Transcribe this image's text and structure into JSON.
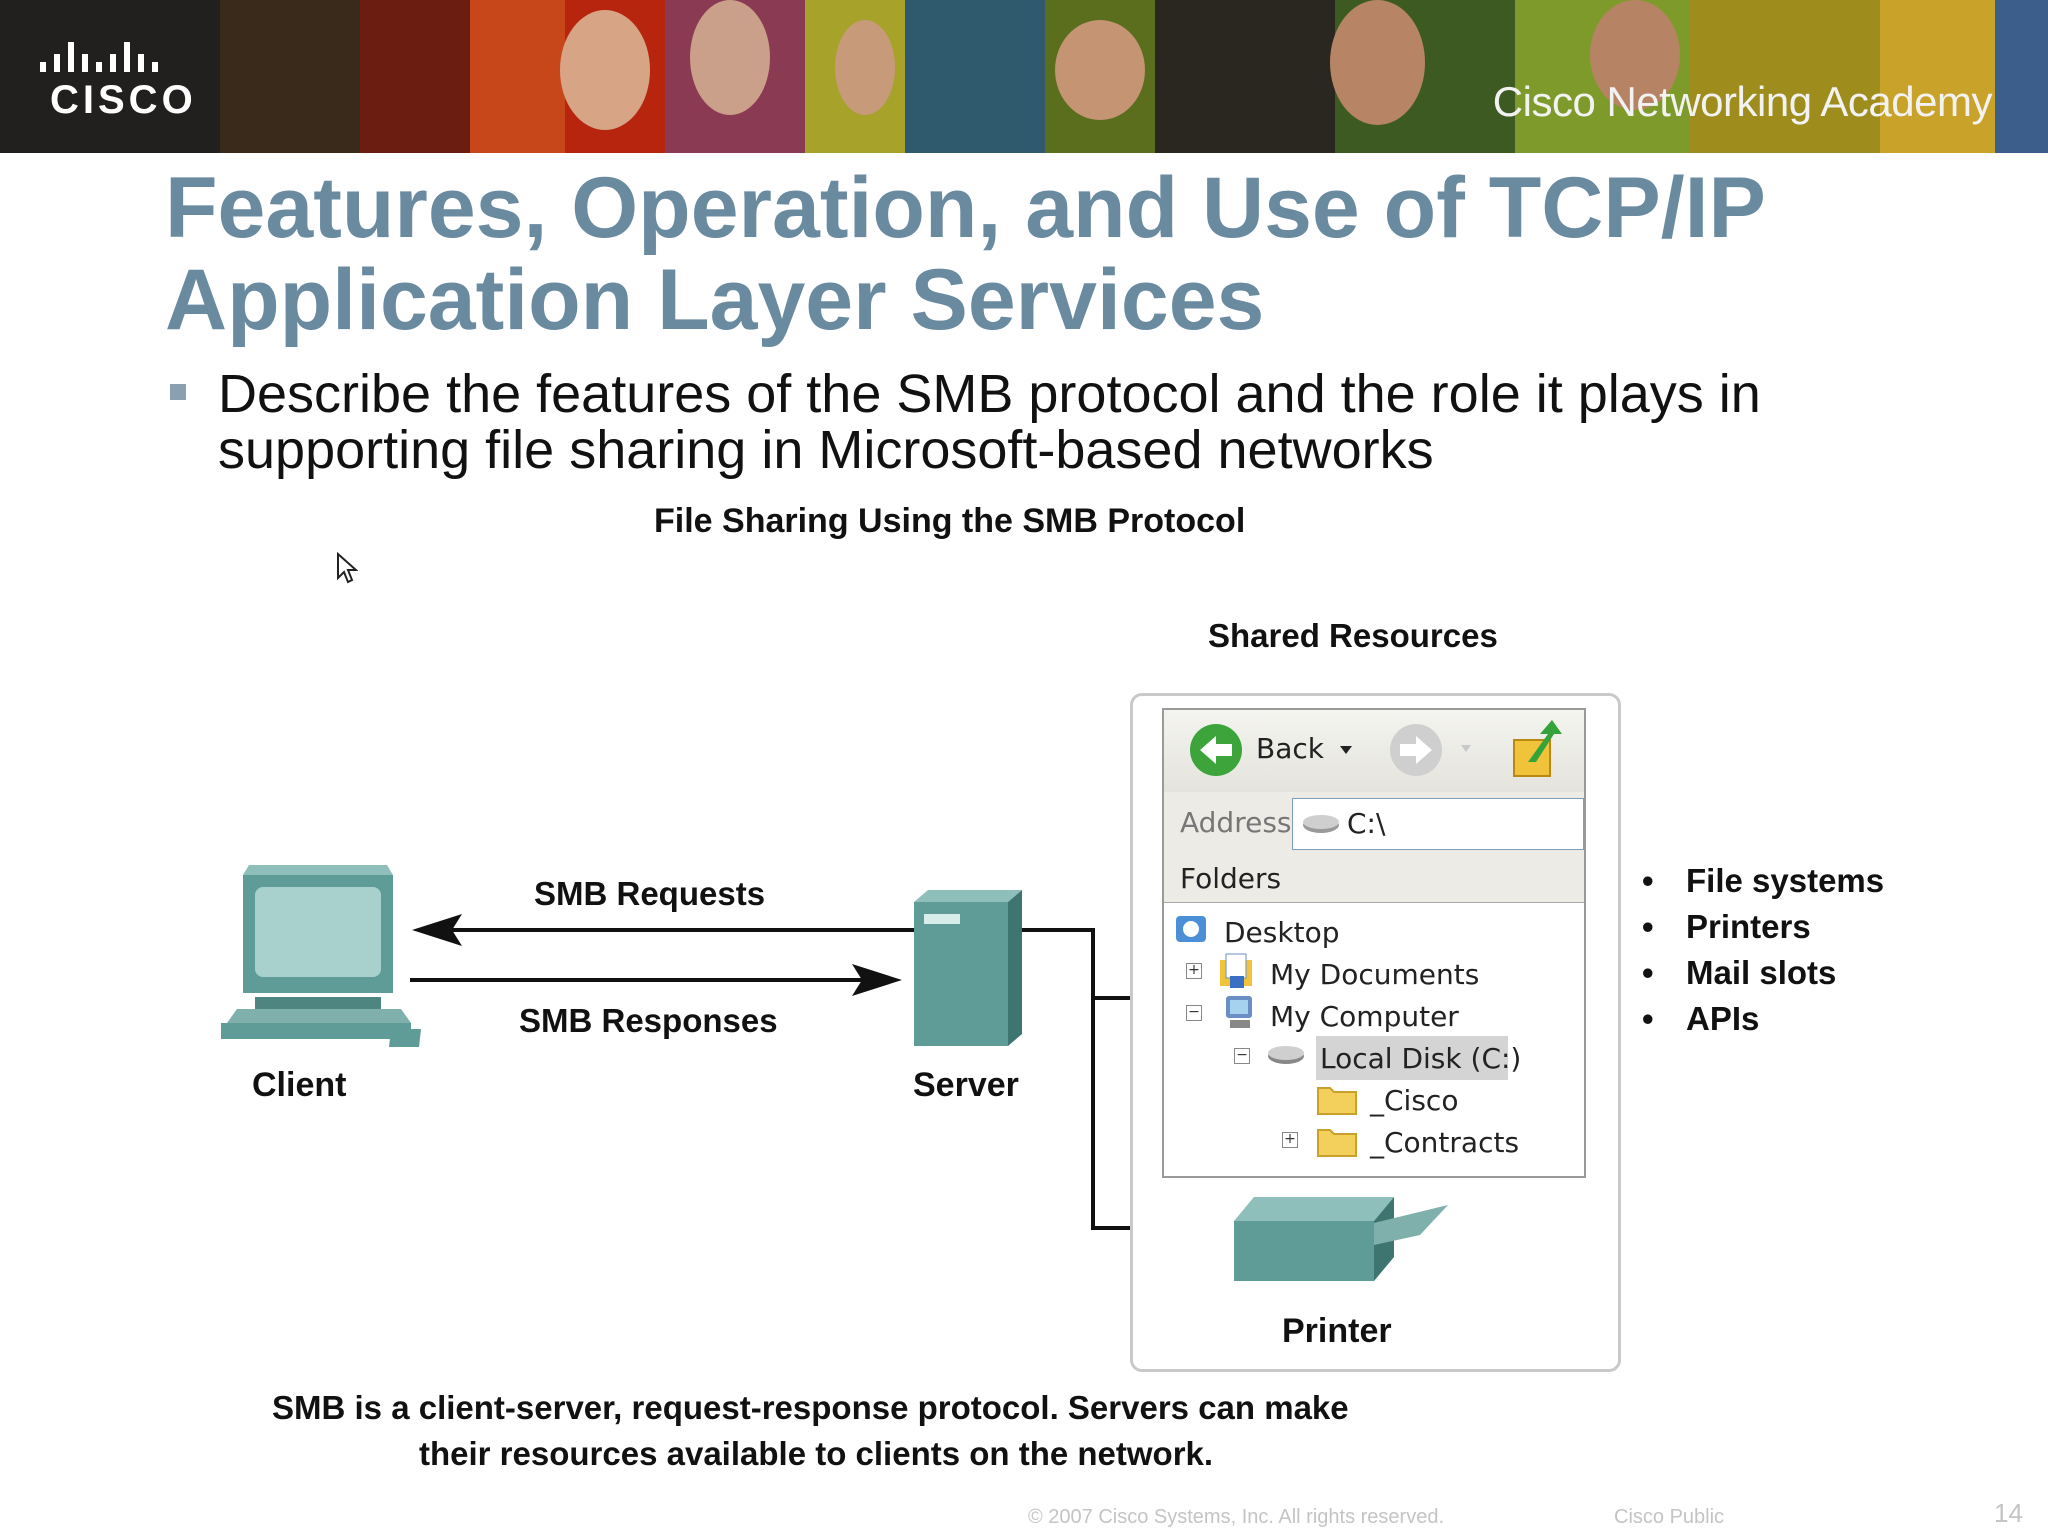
{
  "header": {
    "logo_text": "CISCO",
    "academy_text": "Cisco Networking Academy"
  },
  "slide": {
    "title_line1": "Features, Operation, and Use of TCP/IP",
    "title_line2": "Application Layer Services",
    "bullet": "Describe the features of the SMB protocol and the role it plays in supporting file sharing in Microsoft-based networks"
  },
  "diagram": {
    "heading": "File Sharing Using the SMB Protocol",
    "shared_resources_label": "Shared Resources",
    "client_label": "Client",
    "server_label": "Server",
    "printer_label": "Printer",
    "requests_label": "SMB Requests",
    "responses_label": "SMB Responses",
    "resources_list": [
      "File systems",
      "Printers",
      "Mail slots",
      "APIs"
    ],
    "caption_line1": "SMB is a client-server, request-response protocol. Servers can make",
    "caption_line2": "their resources available to clients on the network."
  },
  "explorer": {
    "back_label": "Back",
    "address_label": "Address",
    "address_value": "C:\\",
    "folders_label": "Folders",
    "tree": [
      "Desktop",
      "My Documents",
      "My Computer",
      "Local Disk (C:)",
      "_Cisco",
      "_Contracts"
    ]
  },
  "footer": {
    "copyright": "© 2007 Cisco Systems, Inc. All rights reserved.",
    "classification": "Cisco Public",
    "page_number": "14"
  },
  "colors": {
    "title": "#6a8aa0",
    "device_teal": "#5f9b97",
    "banner_bg": "#1b1b1b"
  }
}
